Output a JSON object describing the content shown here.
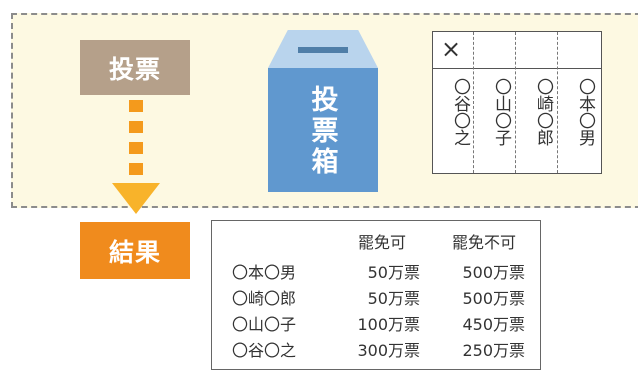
{
  "labels": {
    "vote": "投票",
    "result": "結果"
  },
  "ballot_box": {
    "text": "投票箱"
  },
  "ballot": {
    "mark": "×",
    "candidates": [
      "〇谷〇之",
      "〇山〇子",
      "〇崎〇郎",
      "〇本〇男"
    ]
  },
  "results": {
    "headers": [
      "罷免可",
      "罷免不可"
    ],
    "rows": [
      {
        "name": "〇本〇男",
        "yes": "50万票",
        "no": "500万票"
      },
      {
        "name": "〇崎〇郎",
        "yes": "50万票",
        "no": "500万票"
      },
      {
        "name": "〇山〇子",
        "yes": "100万票",
        "no": "450万票"
      },
      {
        "name": "〇谷〇之",
        "yes": "300万票",
        "no": "250万票"
      }
    ]
  },
  "colors": {
    "panel_bg": "#fdf9e2",
    "vote_label": "#b5a08a",
    "result_label": "#f08b1d",
    "arrow": "#f49a1c",
    "ballot_box": "#6098cf"
  }
}
